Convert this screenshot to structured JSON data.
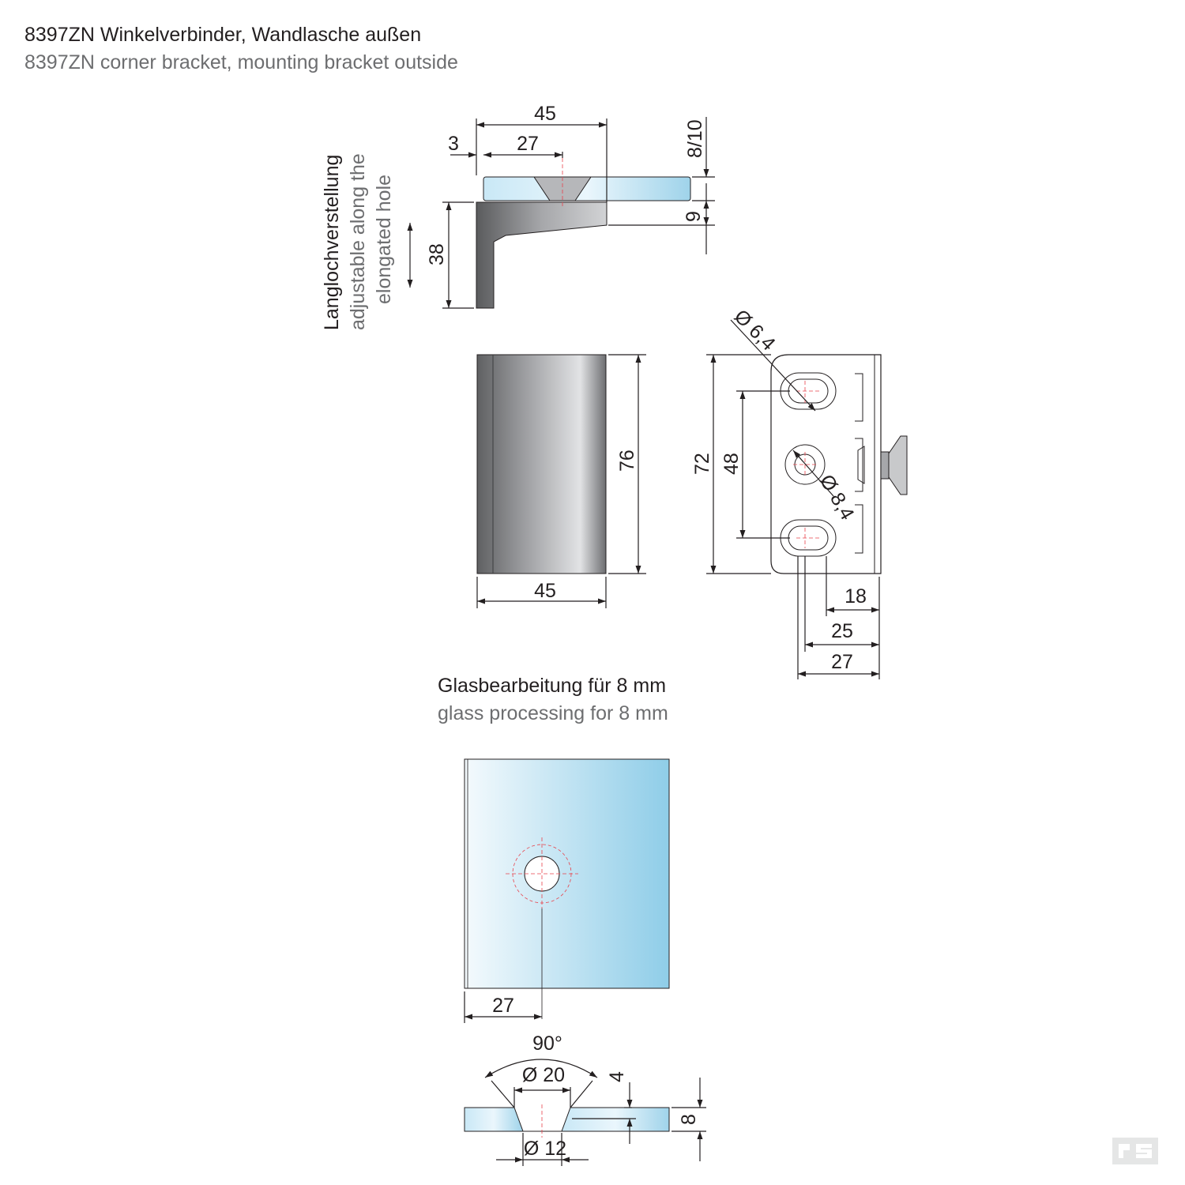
{
  "title": {
    "de": "8397ZN Winkelverbinder, Wandlasche außen",
    "en": "8397ZN corner bracket, mounting bracket outside"
  },
  "side_view": {
    "note_de": "Langlochverstellung",
    "note_en_1": "adjustable along the",
    "note_en_2": "elongated hole",
    "dim_width": "45",
    "dim_offset": "3",
    "dim_hole": "27",
    "dim_glass": "8/10",
    "dim_gap": "9",
    "dim_height": "38"
  },
  "front_view": {
    "dim_height": "76",
    "dim_width": "45"
  },
  "plate_view": {
    "dim_hole_dia_small": "Ø 6,4",
    "dim_hole_dia_center": "Ø 8,4",
    "dim_height": "72",
    "dim_spacing": "48",
    "dim_18": "18",
    "dim_25": "25",
    "dim_27": "27"
  },
  "glass_processing": {
    "heading_de": "Glasbearbeitung für 8 mm",
    "heading_en": "glass processing for 8 mm",
    "dim_hole_offset": "27",
    "dim_angle": "90°",
    "dim_countersink": "Ø 20",
    "dim_depth": "4",
    "dim_thickness": "8",
    "dim_hole": "Ø 12"
  },
  "colors": {
    "text": "#231f20",
    "text_secondary": "#6d6e70",
    "centerline": "#e8424b",
    "glass_light": "#e6f4fb",
    "glass_dark": "#8fcde8",
    "metal_dark": "#5a5b5d",
    "metal_light": "#dfe0e2"
  }
}
